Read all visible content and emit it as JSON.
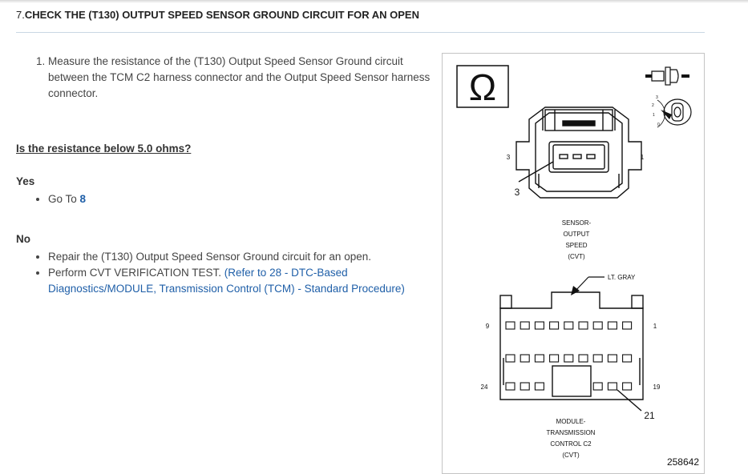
{
  "step": {
    "number": "7.",
    "title": "CHECK THE (T130) OUTPUT SPEED SENSOR GROUND CIRCUIT FOR AN OPEN"
  },
  "measure": {
    "text": "Measure the resistance of the (T130) Output Speed Sensor Ground circuit between the TCM C2 harness connector and the Output Speed Sensor harness connector."
  },
  "question": "Is the resistance below 5.0 ohms?",
  "yes": {
    "heading": "Yes",
    "goto_label": "Go To ",
    "goto_link": "8"
  },
  "no": {
    "heading": "No",
    "item1": "Repair the (T130) Output Speed Sensor Ground circuit for an open.",
    "item2_text": "Perform CVT VERIFICATION TEST. ",
    "item2_link": "(Refer to 28 - DTC-Based Diagnostics/MODULE, Transmission Control (TCM) - Standard Procedure)"
  },
  "figure": {
    "ohm_symbol": "Ω",
    "key_nums": [
      "3",
      "2",
      "1",
      "0"
    ],
    "sensor_pin_left": "3",
    "sensor_pin_right": "1",
    "sensor_callout": "3",
    "sensor_label": [
      "SENSOR-",
      "OUTPUT",
      "SPEED",
      "(CVT)"
    ],
    "color_label": "LT. GRAY",
    "tcm_pin_tl": "9",
    "tcm_pin_tr": "1",
    "tcm_pin_bl": "24",
    "tcm_pin_br": "19",
    "tcm_callout": "21",
    "tcm_label": [
      "MODULE-",
      "TRANSMISSION",
      "CONTROL C2",
      "(CVT)"
    ],
    "figure_id": "258642"
  }
}
